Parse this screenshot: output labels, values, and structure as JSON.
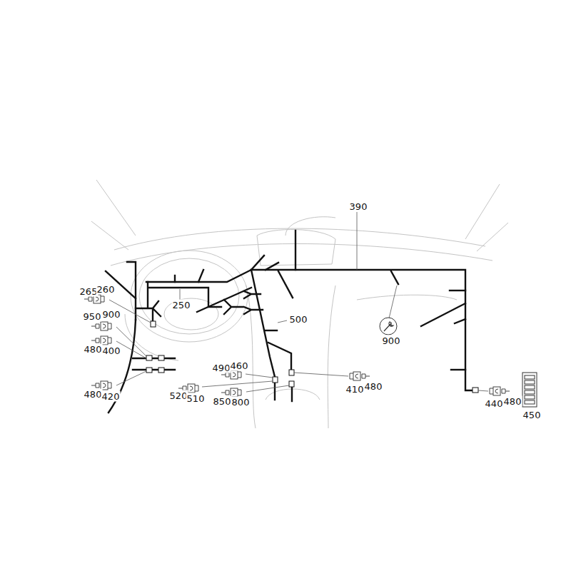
{
  "diagram": {
    "labels": [
      "390",
      "265",
      "260",
      "250",
      "500",
      "950",
      "900",
      "900",
      "480",
      "400",
      "490",
      "460",
      "410",
      "480",
      "480",
      "420",
      "520",
      "510",
      "850",
      "800",
      "440",
      "480",
      "450"
    ]
  }
}
